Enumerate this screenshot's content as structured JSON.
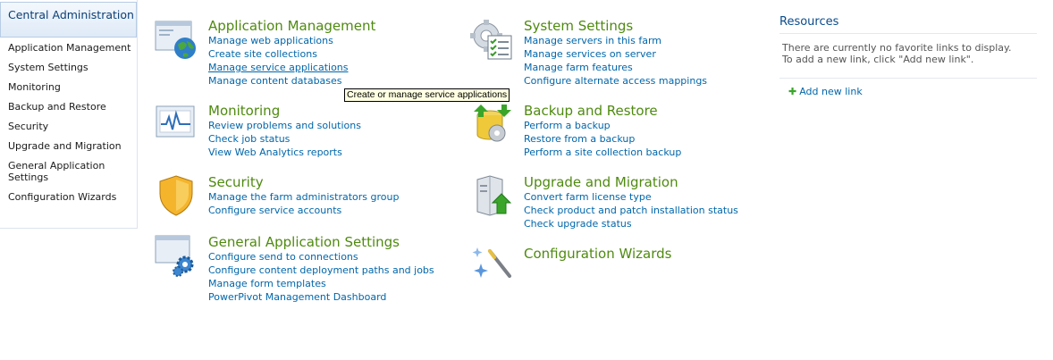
{
  "nav": {
    "title": "Central Administration",
    "items": [
      "Application Management",
      "System Settings",
      "Monitoring",
      "Backup and Restore",
      "Security",
      "Upgrade and Migration",
      "General Application Settings",
      "Configuration Wizards"
    ]
  },
  "sections": {
    "app": {
      "title": "Application Management",
      "icon": "web-app-globe-icon",
      "links": [
        "Manage web applications",
        "Create site collections",
        "Manage service applications",
        "Manage content databases"
      ]
    },
    "sys": {
      "title": "System Settings",
      "icon": "system-settings-gear-icon",
      "links": [
        "Manage servers in this farm",
        "Manage services on server",
        "Manage farm features",
        "Configure alternate access mappings"
      ]
    },
    "mon": {
      "title": "Monitoring",
      "icon": "monitoring-chart-icon",
      "links": [
        "Review problems and solutions",
        "Check job status",
        "View Web Analytics reports"
      ]
    },
    "bak": {
      "title": "Backup and Restore",
      "icon": "backup-restore-icon",
      "links": [
        "Perform a backup",
        "Restore from a backup",
        "Perform a site collection backup"
      ]
    },
    "sec": {
      "title": "Security",
      "icon": "security-shield-icon",
      "links": [
        "Manage the farm administrators group",
        "Configure service accounts"
      ]
    },
    "upg": {
      "title": "Upgrade and Migration",
      "icon": "upgrade-server-icon",
      "links": [
        "Convert farm license type",
        "Check product and patch installation status",
        "Check upgrade status"
      ]
    },
    "gen": {
      "title": "General Application Settings",
      "icon": "general-settings-gears-icon",
      "links": [
        "Configure send to connections",
        "Configure content deployment paths and jobs",
        "Manage form templates",
        "PowerPivot Management Dashboard"
      ]
    },
    "wiz": {
      "title": "Configuration Wizards",
      "icon": "magic-wand-icon",
      "links": []
    }
  },
  "tooltip": "Create or manage service applications",
  "resources": {
    "title": "Resources",
    "message_line1": "There are currently no favorite links to display.",
    "message_line2": "To add a new link, click \"Add new link\".",
    "add_link": "Add new link",
    "add_icon": "plus-icon"
  },
  "colors": {
    "heading": "#4f8a10",
    "link": "#0066aa",
    "nav_title": "#0b3f75"
  }
}
